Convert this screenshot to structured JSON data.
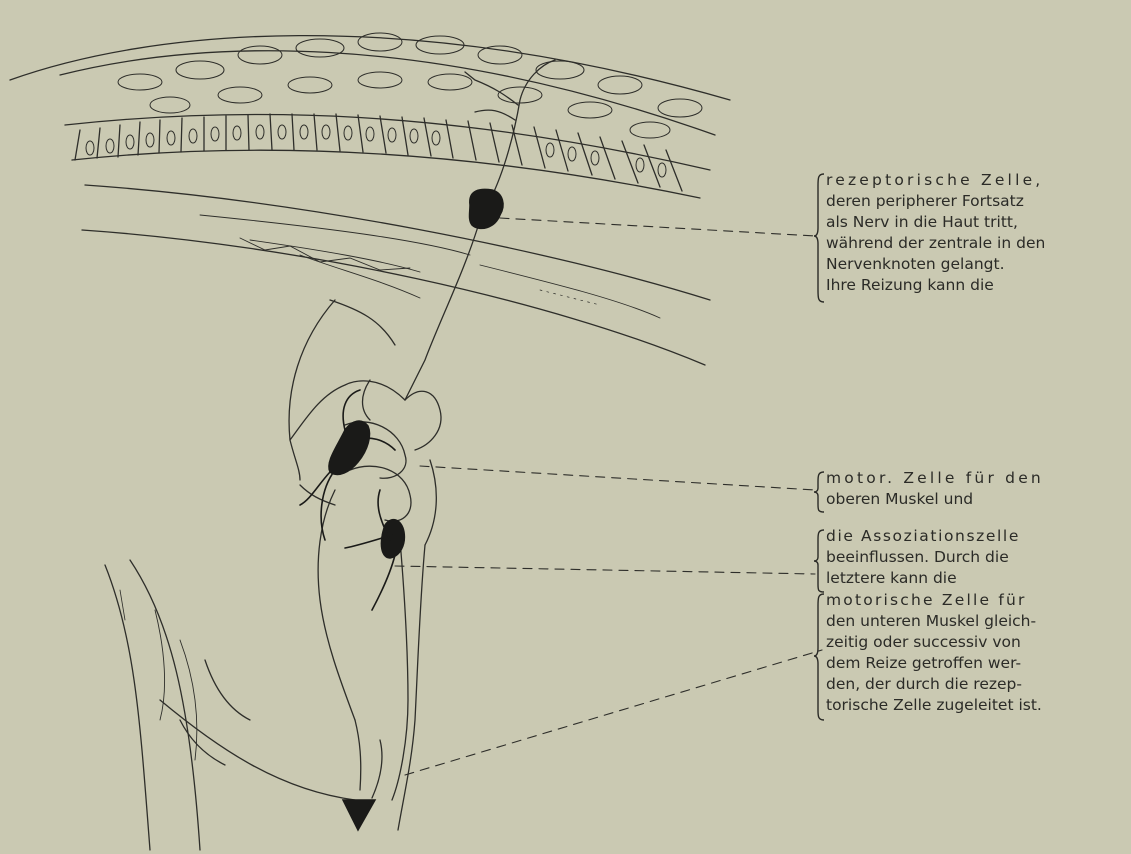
{
  "captions": {
    "receptor": [
      "rezeptorische Zelle,",
      "deren peripherer Fortsatz",
      "als Nerv in die Haut tritt,",
      "während der zentrale in den",
      "Nervenknoten gelangt.",
      "Ihre Reizung kann die"
    ],
    "motor_upper": [
      "motor. Zelle für den",
      "oberen Muskel und"
    ],
    "association": [
      "die Assoziationszelle",
      "beeinflussen. Durch die",
      "letztere kann die"
    ],
    "motor_lower": [
      "motorische Zelle für",
      "den unteren Muskel gleich-",
      "zeitig oder successiv von",
      "dem Reize getroffen wer-",
      "den, der durch die rezep-",
      "torische Zelle zugeleitet ist."
    ]
  },
  "colors": {
    "paper": "#cac9b2",
    "ink": "#2a2a26",
    "cell_fill": "#1a1a18"
  }
}
